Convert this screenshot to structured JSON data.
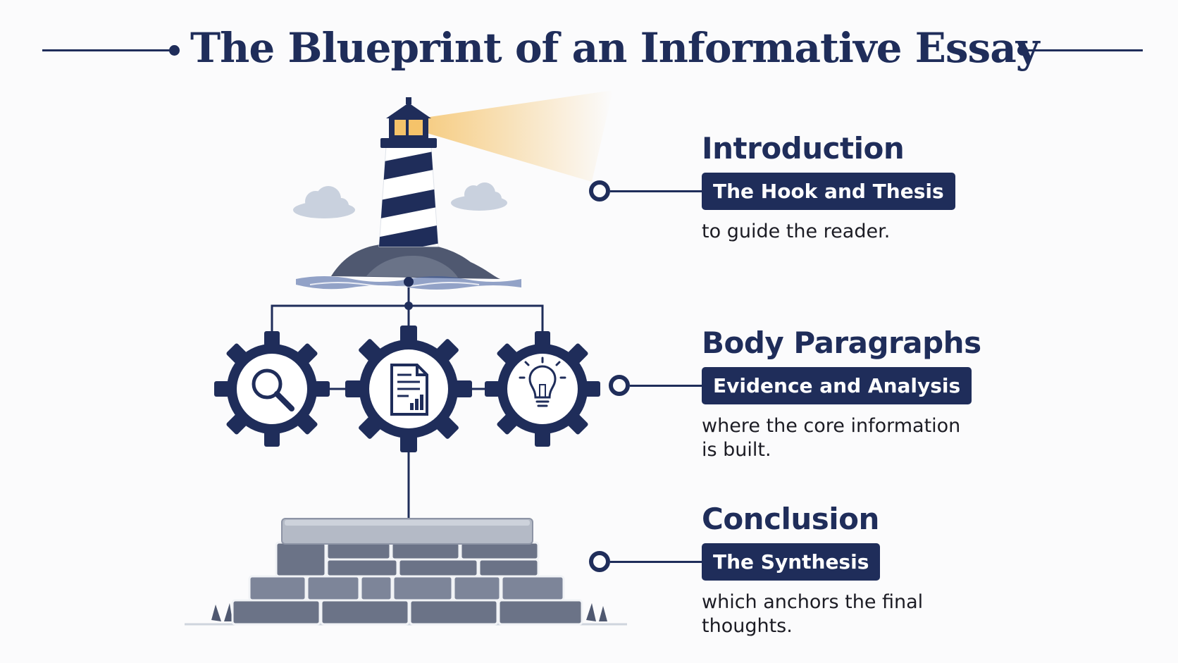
{
  "title": "The Blueprint of an Informative Essay",
  "colors": {
    "navy": "#1f2d5a",
    "light_beam": "#f5c36a",
    "stone": "#5c6478",
    "background": "#fbfbfc"
  },
  "sections": [
    {
      "heading": "Introduction",
      "badge": "The Hook and Thesis",
      "description": "to guide the reader.",
      "icon": "lighthouse-icon"
    },
    {
      "heading": "Body Paragraphs",
      "badge": "Evidence and Analysis",
      "description": "where the core information is built.",
      "icon": "gears-icon",
      "gear_icons": [
        "magnifying-glass-icon",
        "document-chart-icon",
        "lightbulb-icon"
      ]
    },
    {
      "heading": "Conclusion",
      "badge": "The Synthesis",
      "description": "which anchors the final thoughts.",
      "icon": "stone-foundation-icon"
    }
  ]
}
